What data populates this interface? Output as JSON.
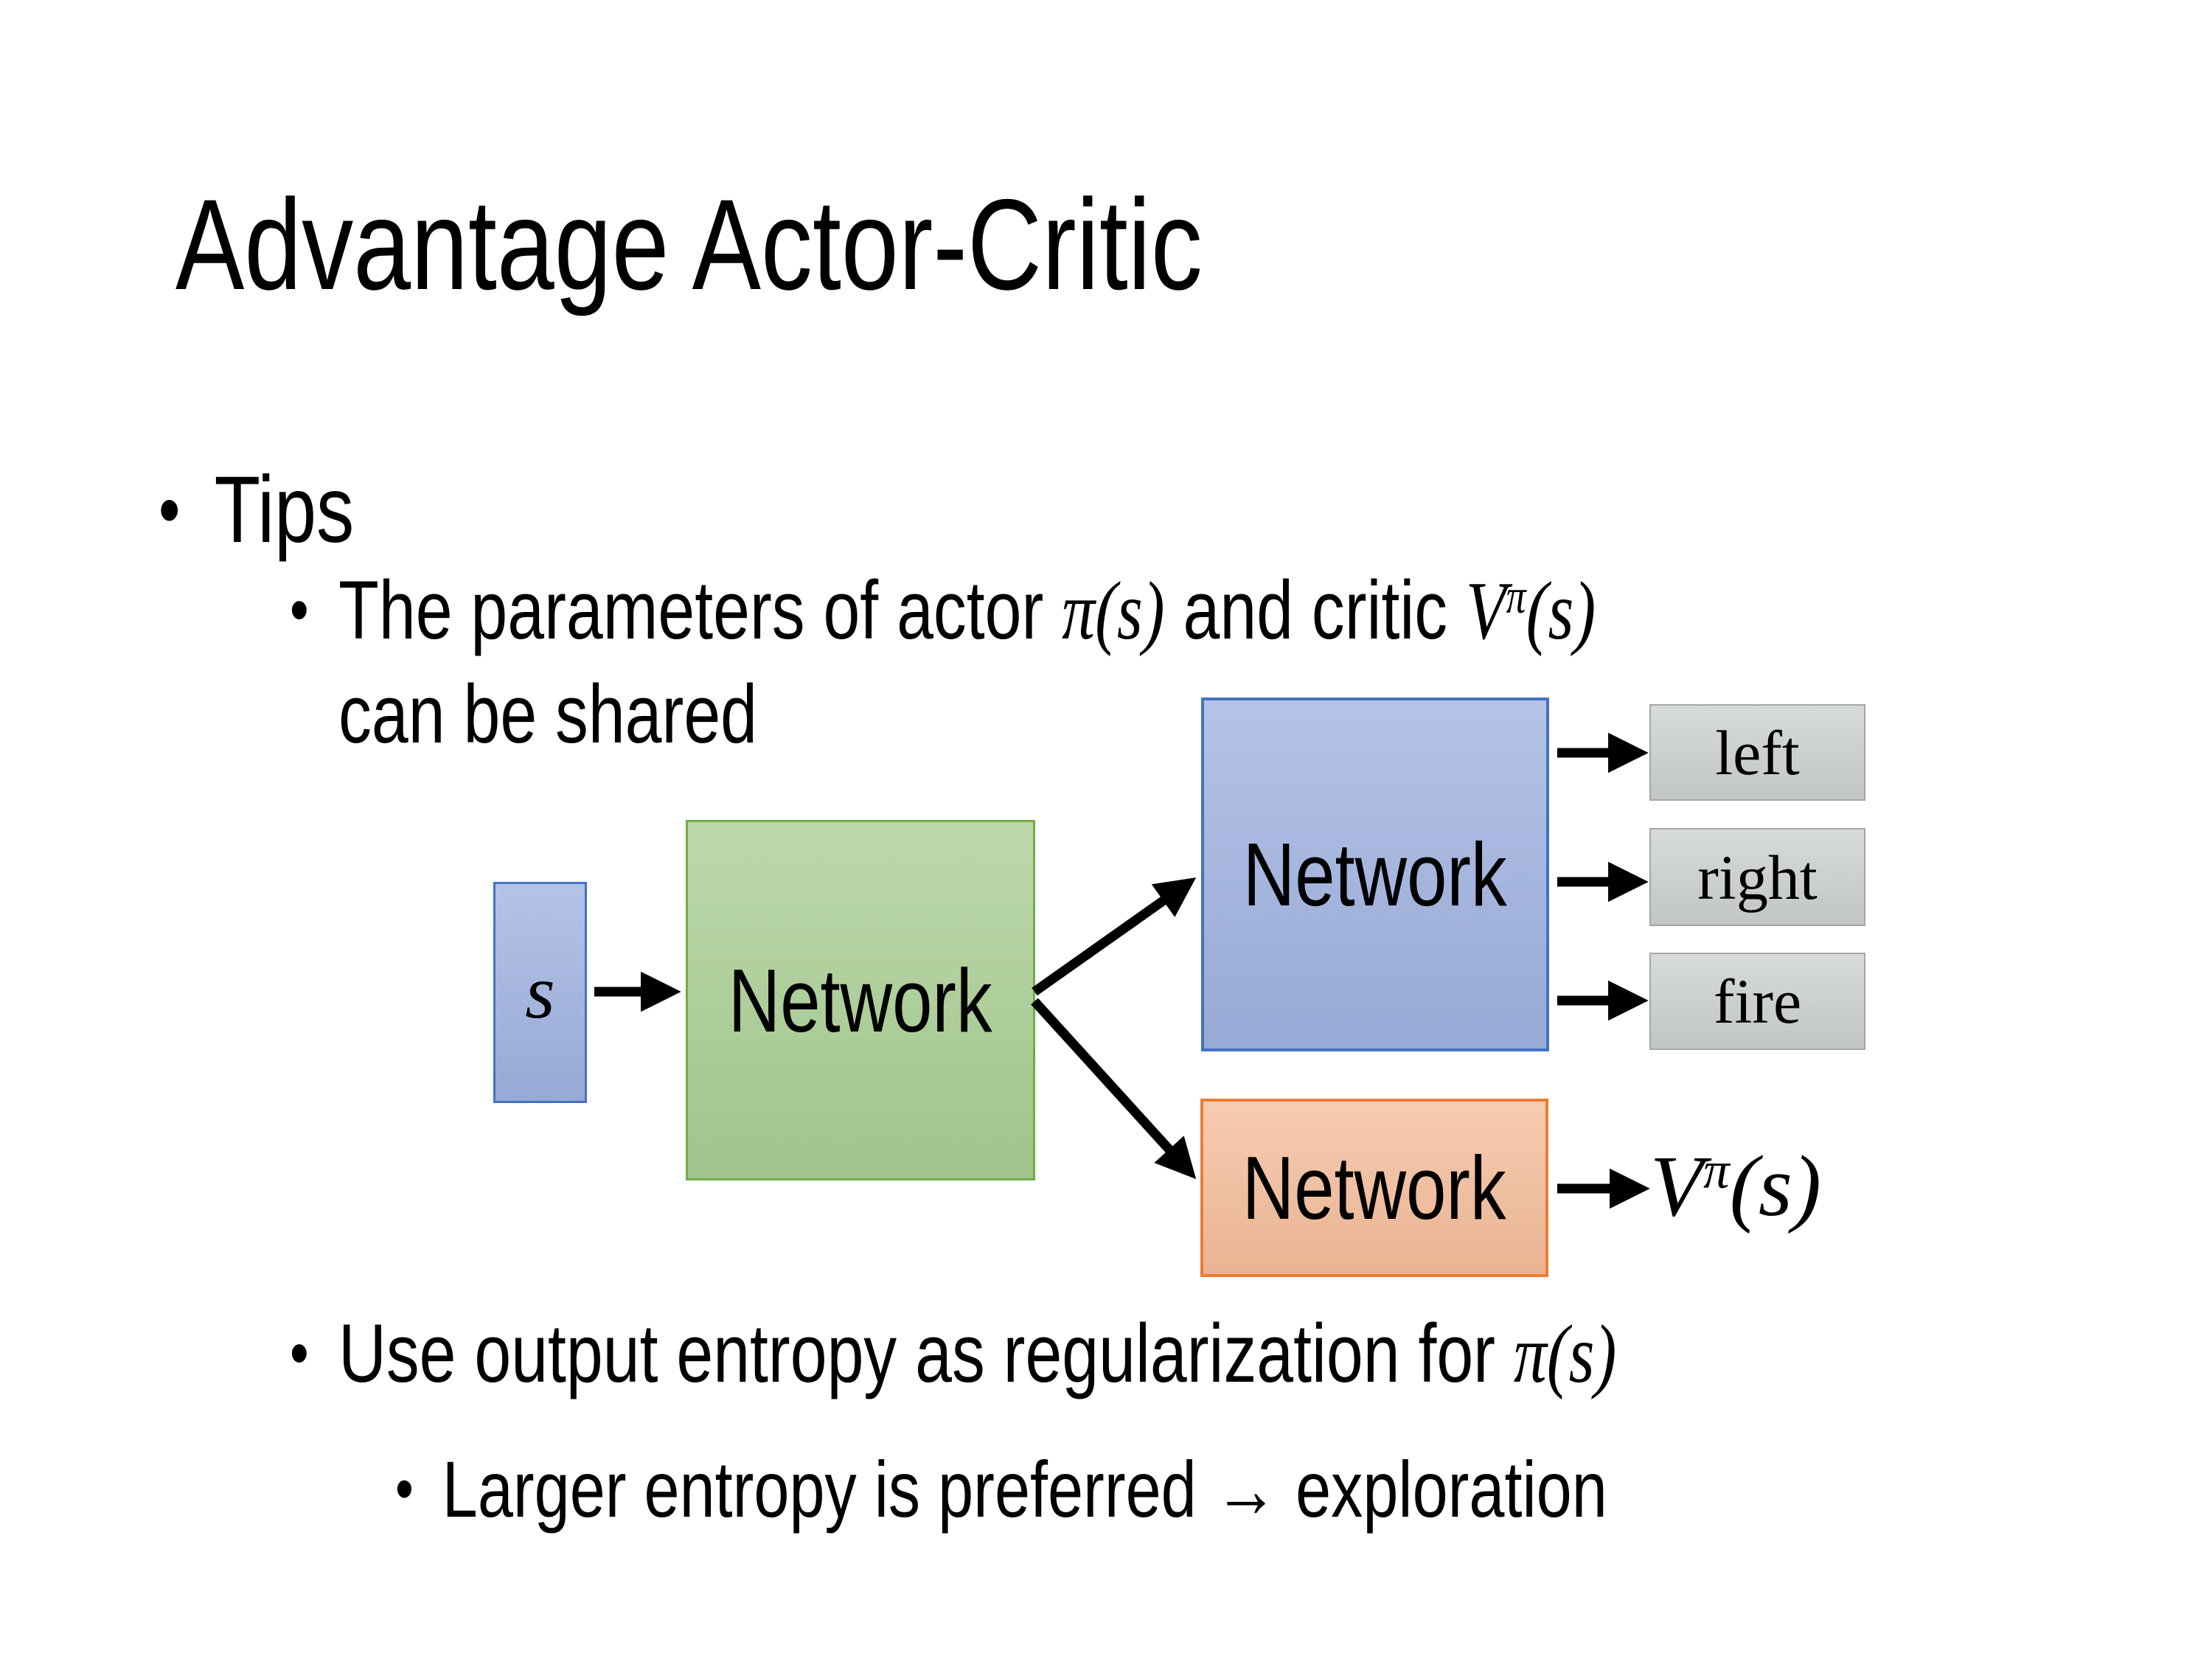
{
  "title": "Advantage Actor-Critic",
  "bullet_char": "•",
  "tips_label": "Tips",
  "param_bullet": {
    "seg1": "The parameters of actor ",
    "math_pi": "π(s)",
    "seg2": "  and critic ",
    "v_base": "V",
    "v_sup": "π",
    "v_arg": "(s)",
    "line2": "can be shared"
  },
  "entropy_bullet": {
    "seg1": "Use output entropy as regularization for ",
    "math_pi": "π(s)"
  },
  "exploration_bullet": "Larger entropy is preferred → exploration",
  "diagram": {
    "state_label": "s",
    "shared_network_label": "Network",
    "actor_network_label": "Network",
    "critic_network_label": "Network",
    "actions": [
      "left",
      "right",
      "fire"
    ],
    "value_base": "V",
    "value_sup": "π",
    "value_arg": "(s)",
    "colors": {
      "state_fill": "#9fb2e0",
      "state_border": "#4472c4",
      "shared_fill": "#a9ce93",
      "shared_border": "#70ad47",
      "actor_fill": "#9fb2e0",
      "actor_border": "#4472c4",
      "critic_fill": "#f5bd9b",
      "critic_border": "#ed7d31",
      "action_fill": "#ccd0d0",
      "action_border": "#a6a6a6",
      "arrow_color": "#000000"
    }
  }
}
